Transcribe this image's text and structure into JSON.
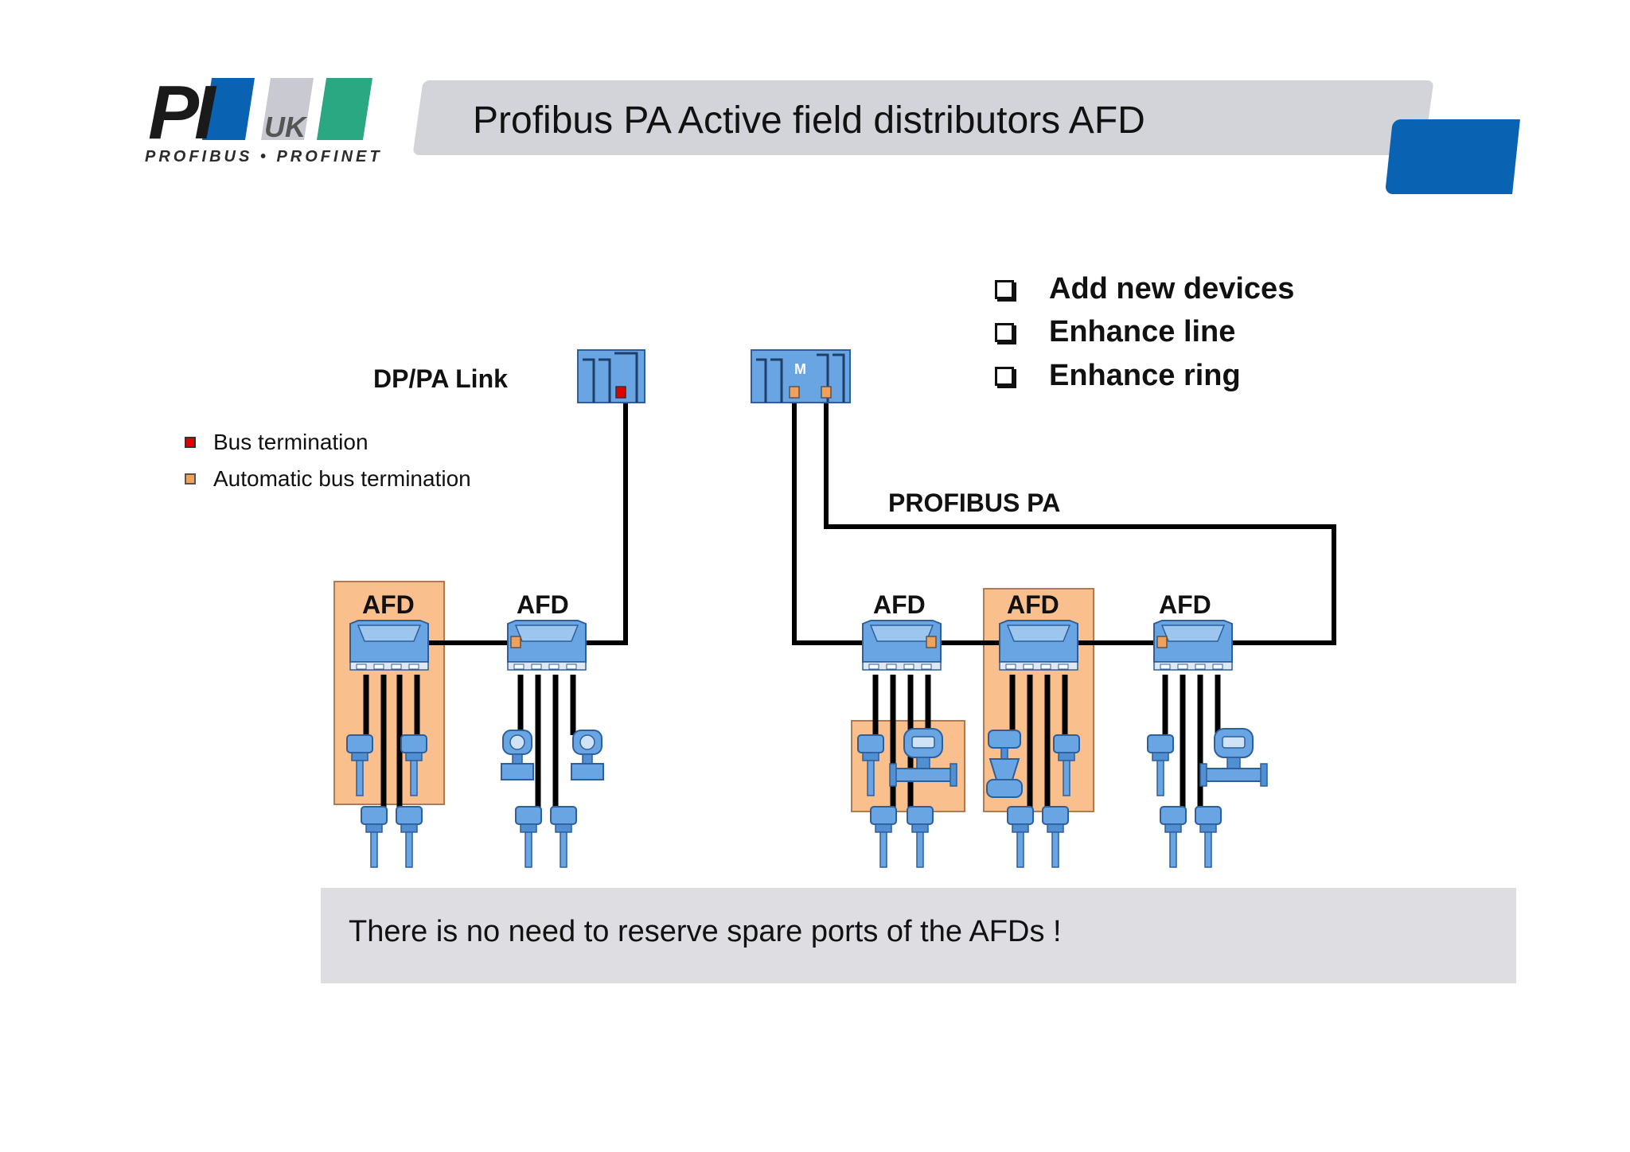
{
  "logo": {
    "mark": "PI",
    "region": "UK",
    "caption": "PROFIBUS • PROFINET"
  },
  "title": "Profibus PA  Active field distributors AFD",
  "bullets": [
    "Add new devices",
    "Enhance line",
    "Enhance ring"
  ],
  "labels": {
    "link": "DP/PA Link",
    "bus": "PROFIBUS PA",
    "afd": "AFD",
    "module": "M"
  },
  "legend": [
    {
      "label": "Bus termination",
      "color": "#e00000"
    },
    {
      "label": "Automatic bus termination",
      "color": "#f2a15c"
    }
  ],
  "footer": "There is no need to reserve spare ports of the AFDs !",
  "colors": {
    "device": "#6aa5e3",
    "device_dark": "#2d5f9c",
    "highlight": "#f9c08d",
    "highlight_border": "#b07a55",
    "cable": "#000000"
  }
}
